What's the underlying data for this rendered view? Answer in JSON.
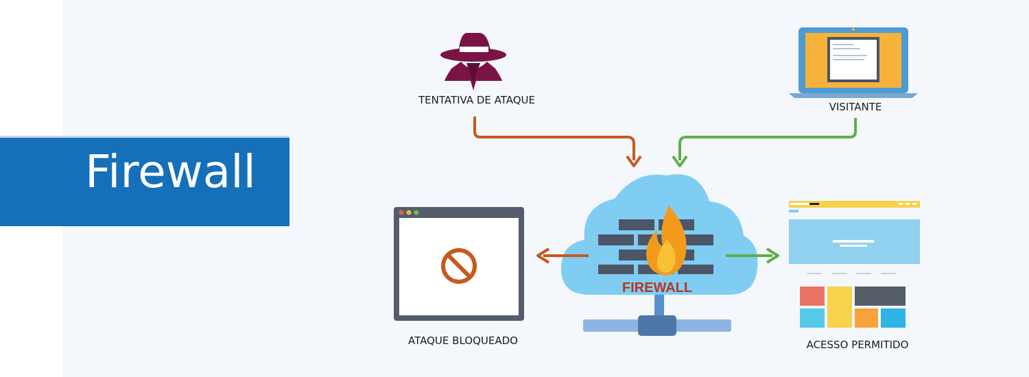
{
  "banner": {
    "title": "Firewall"
  },
  "labels": {
    "attack_attempt": "TENTATIVA DE ATAQUE",
    "visitor": "VISITANTE",
    "attack_blocked": "ATAQUE BLOQUEADO",
    "access_allowed": "ACESSO PERMITIDO",
    "firewall": "FIREWALL"
  },
  "colors": {
    "banner": "#1570b9",
    "attack_path": "#c55a1e",
    "allowed_path": "#5fae46",
    "hacker": "#7a1445",
    "cloud": "#7fcdf3",
    "bricks": "#4d5667",
    "flame": "#f39a1c",
    "firewall_text": "#b9361b"
  },
  "icons": {
    "attacker": "hacker-icon",
    "visitor": "laptop-icon",
    "blocked": "browser-blocked-icon",
    "allowed": "website-layout-icon",
    "firewall": "cloud-firewall-icon"
  }
}
